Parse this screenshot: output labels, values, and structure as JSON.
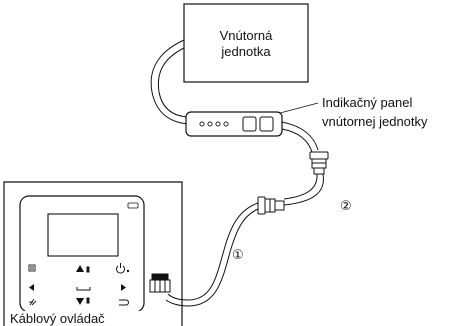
{
  "indoor_unit": {
    "label_line1": "Vnútorná",
    "label_line2": "jednotka"
  },
  "indicator_panel": {
    "label_line1": "Indikačný panel",
    "label_line2": "vnútornej jednotky",
    "led_count": 4,
    "button_count": 2
  },
  "wired_controller": {
    "label": "Káblový ovládač"
  },
  "cable_markers": {
    "marker_1": "①",
    "marker_2": "②"
  },
  "icons": [
    "menu-icon",
    "fan-speed-up-icon",
    "power-icon",
    "left-arrow-icon",
    "confirm-icon",
    "right-arrow-icon",
    "swing-icon",
    "fan-speed-down-icon",
    "back-icon",
    "connector-icon"
  ],
  "colors": {
    "line": "#111111",
    "background": "#ffffff"
  }
}
